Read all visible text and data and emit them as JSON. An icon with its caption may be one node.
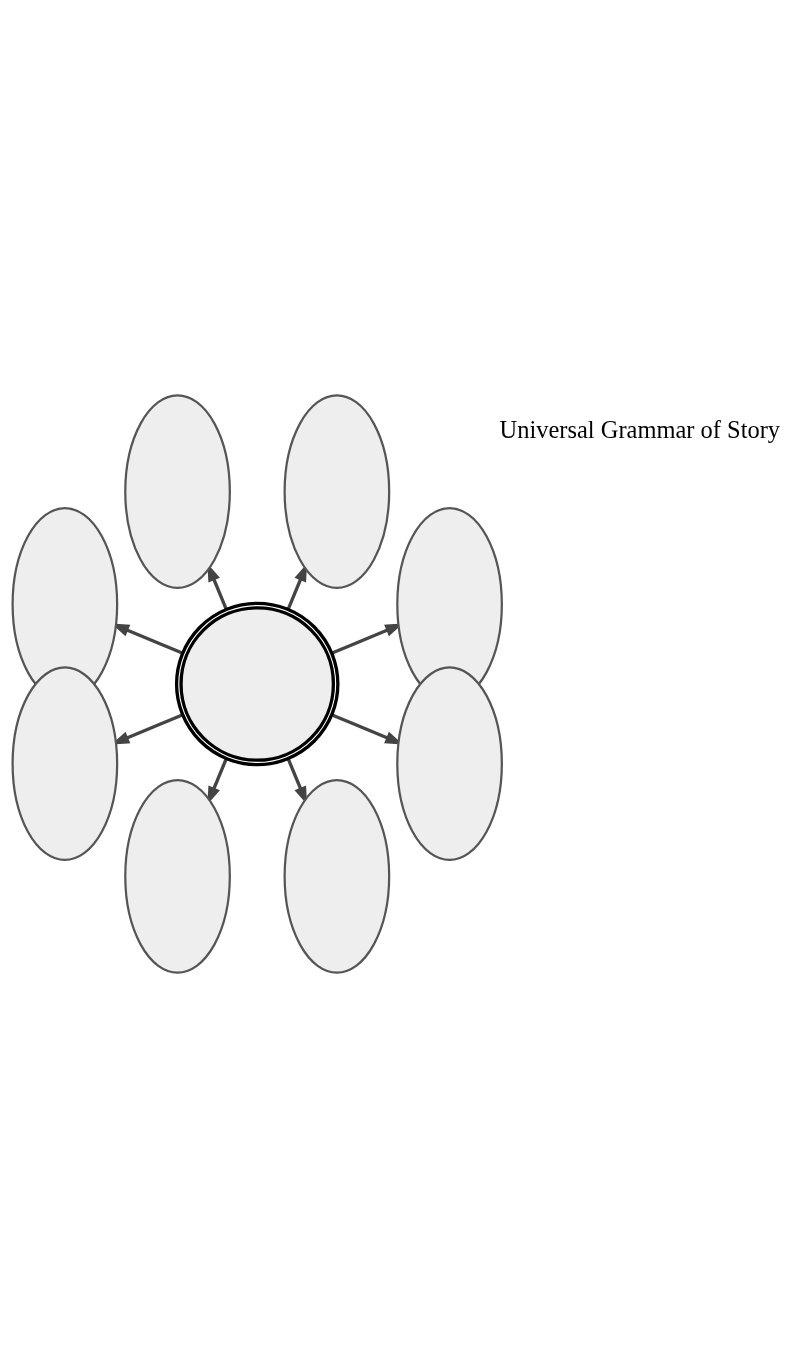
{
  "diagram": {
    "nodes": [
      {
        "text": [],
        "shape": "ellipse"
      },
      {
        "text": [],
        "shape": "ellipse"
      },
      {
        "text": [],
        "shape": "ellipse"
      },
      {
        "text": [],
        "shape": "ellipse"
      },
      {
        "text": [],
        "shape": "circle"
      },
      {
        "text": [],
        "shape": "ellipse"
      },
      {
        "text": [],
        "shape": "ellipse"
      },
      {
        "text": [],
        "shape": "ellipse"
      },
      {
        "text": [],
        "shape": "ellipse"
      }
    ],
    "edges": [
      {
        "from": 4,
        "to": 0,
        "arrow": "to"
      },
      {
        "from": 4,
        "to": 3,
        "arrow": "to"
      },
      {
        "from": 4,
        "to": 5,
        "arrow": "to"
      },
      {
        "from": 4,
        "to": 7,
        "arrow": "to"
      },
      {
        "from": 4,
        "to": 8,
        "arrow": "to"
      },
      {
        "from": 4,
        "to": 6,
        "arrow": "to"
      },
      {
        "from": 4,
        "to": 1,
        "arrow": "to"
      },
      {
        "from": 4,
        "to": 2,
        "arrow": "to"
      }
    ],
    "labels": [
      "Universal Grammar of Story"
    ]
  }
}
